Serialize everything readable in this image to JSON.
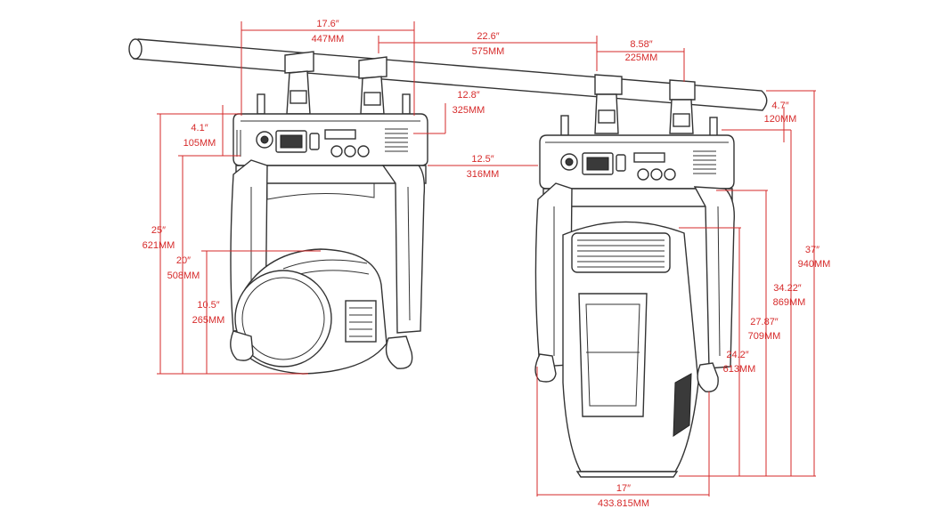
{
  "dimensions": {
    "width_top_left": {
      "in": "17.6″",
      "mm": "447MM"
    },
    "clamp_span": {
      "in": "22.6″",
      "mm": "575MM"
    },
    "clamp_pair": {
      "in": "8.58″",
      "mm": "225MM"
    },
    "base_depth": {
      "in": "12.8″",
      "mm": "325MM"
    },
    "base_height": {
      "in": "4.1″",
      "mm": "105MM"
    },
    "gap": {
      "in": "12.5″",
      "mm": "316MM"
    },
    "height_total_left": {
      "in": "25″",
      "mm": "621MM"
    },
    "height_yoke_left": {
      "in": "20″",
      "mm": "508MM"
    },
    "head_height_left": {
      "in": "10.5″",
      "mm": "265MM"
    },
    "top_offset_right": {
      "in": "4.7″",
      "mm": "120MM"
    },
    "height_total_right": {
      "in": "37″",
      "mm": "940MM"
    },
    "height_right_a": {
      "in": "34.22″",
      "mm": "869MM"
    },
    "height_right_b": {
      "in": "27.87″",
      "mm": "709MM"
    },
    "height_right_c": {
      "in": "24.2″",
      "mm": "613MM"
    },
    "head_width_right": {
      "in": "17″",
      "mm": "433.815MM"
    }
  }
}
